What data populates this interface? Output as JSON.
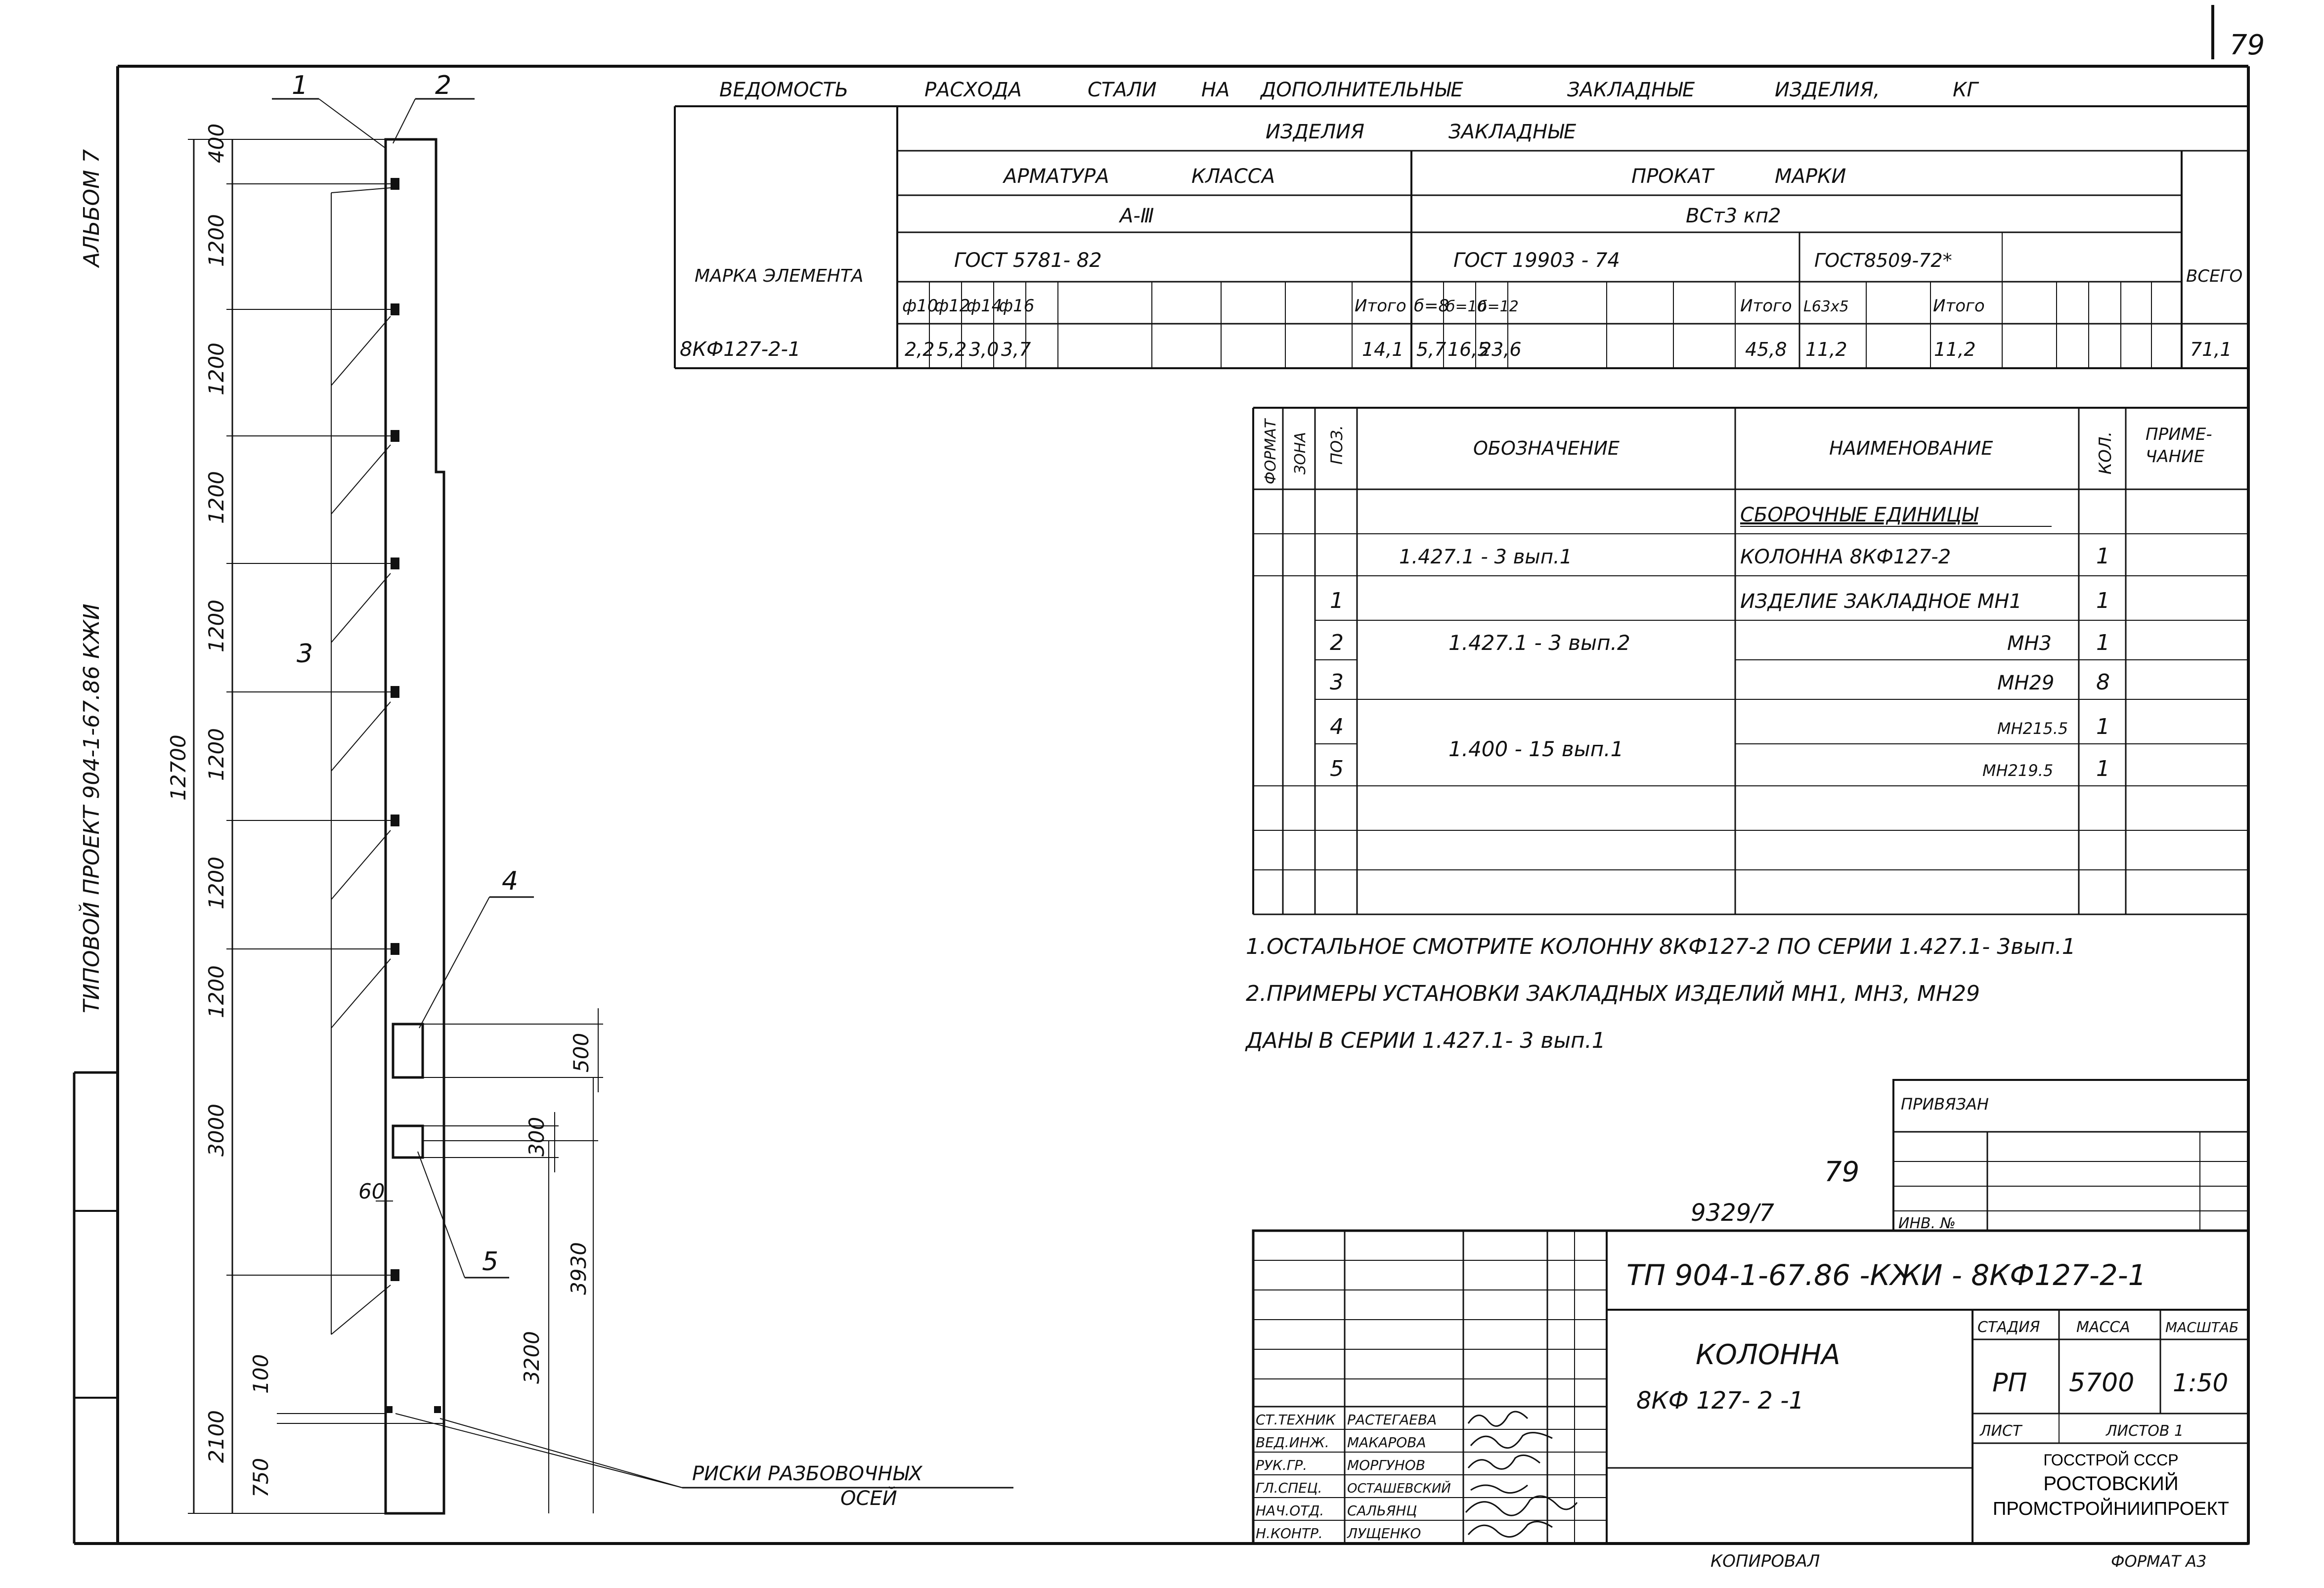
{
  "page_number": "79",
  "side_title": {
    "album": "АЛЬБОМ 7",
    "project": "ТИПОВОЙ ПРОЕКТ 904-1-67.86 КЖИ"
  },
  "elevation": {
    "leader_labels": [
      "1",
      "2",
      "3",
      "4",
      "5"
    ],
    "dims": [
      "400",
      "1200",
      "1200",
      "1200",
      "1200",
      "1200",
      "1200",
      "1200",
      "3000",
      "2100",
      "750",
      "100",
      "12700",
      "500",
      "300",
      "60",
      "3200",
      "3930"
    ],
    "risk_note": [
      "РИСКИ РАЗБОВОЧНЫХ",
      "ОСЕЙ"
    ]
  },
  "steel_table": {
    "title": [
      "ВЕДОМОСТЬ",
      "РАСХОДА",
      "СТАЛИ",
      "НА",
      "ДОПОЛНИТЕЛЬНЫЕ",
      "ЗАКЛАДНЫЕ",
      "ИЗДЕЛИЯ,",
      "КГ"
    ],
    "element_header": "МАРКА ЭЛЕМЕНТА",
    "group_header": [
      "ИЗДЕЛИЯ",
      "ЗАКЛАДНЫЕ"
    ],
    "rebar_header": [
      "АРМАТУРА",
      "КЛАССА"
    ],
    "rebar_class": "А-Ⅲ",
    "rebar_gost": "ГОСТ 5781- 82",
    "rolled_header": [
      "ПРОКАТ",
      "МАРКИ"
    ],
    "rolled_grade": "ВСт3 кп2",
    "rolled_gost1": "ГОСТ 19903 - 74",
    "rolled_gost2": "ГОСТ8509-72*",
    "total_header": "ВСЕГО",
    "cols": [
      "ф10",
      "ф12",
      "ф14",
      "ф16",
      "Итого",
      "б=8",
      "б=10",
      "б=12",
      "Итого",
      "L63х5",
      "Итого"
    ],
    "row": {
      "mark": "8КФ127-2-1",
      "values": [
        "2,2",
        "5,2",
        "3,0",
        "3,7",
        "14,1",
        "5,7",
        "16,5",
        "23,6",
        "45,8",
        "11,2",
        "11,2",
        "71,1"
      ]
    }
  },
  "spec": {
    "headers": [
      "ФОРМАТ",
      "ЗОНА",
      "ПОЗ.",
      "ОБОЗНАЧЕНИЕ",
      "НАИМЕНОВАНИЕ",
      "КОЛ.",
      "ПРИМЕ-",
      "ЧАНИЕ"
    ],
    "section": "СБОРОЧНЫЕ ЕДИНИЦЫ",
    "row_column": {
      "designation": "1.427.1 - 3 вып.1",
      "name": "КОЛОННА 8КФ127-2",
      "qty": "1"
    },
    "pos_rows": [
      {
        "pos": "1",
        "name": "ИЗДЕЛИЕ ЗАКЛАДНОЕ МН1",
        "qty": "1"
      },
      {
        "pos": "2",
        "name": "МН3",
        "qty": "1"
      },
      {
        "pos": "3",
        "name": "МН29",
        "qty": "8"
      },
      {
        "pos": "4",
        "name": "МН215.5",
        "qty": "1"
      },
      {
        "pos": "5",
        "name": "МН219.5",
        "qty": "1"
      }
    ],
    "designation_a": "1.427.1 - 3 вып.2",
    "designation_b": "1.400 - 15 вып.1"
  },
  "notes": [
    "1.ОСТАЛЬНОЕ СМОТРИТЕ КОЛОННУ 8КФ127-2 ПО СЕРИИ 1.427.1- 3вып.1",
    "2.ПРИМЕРЫ УСТАНОВКИ ЗАКЛАДНЫХ ИЗДЕЛИЙ МН1, МН3, МН29",
    "ДАНЫ В СЕРИИ 1.427.1- 3 вып.1"
  ],
  "binding_box": {
    "label": "ПРИВЯЗАН",
    "inv_label": "ИНВ. №"
  },
  "handwritten": {
    "page_copy": "79",
    "archive_no": "9329/7"
  },
  "title_block": {
    "code": "ТП 904-1-67.86 -КЖИ - 8КФ127-2-1",
    "name_1": "КОЛОННА",
    "name_2": "8КФ 127- 2 -1",
    "stage_label": "СТАДИЯ",
    "stage": "РП",
    "mass_label": "МАССА",
    "mass": "5700",
    "scale_label": "МАСШТАБ",
    "scale": "1:50",
    "sheet_label": "ЛИСТ",
    "sheets_label": "ЛИСТОВ 1",
    "org_1": "ГОССТРОЙ СССР",
    "org_2": "РОСТОВСКИЙ",
    "org_3": "ПРОМСТРОЙНИИПРОЕКТ",
    "staff": [
      {
        "role": "СТ.ТЕХНИК",
        "name": "РАСТЕГАЕВА"
      },
      {
        "role": "ВЕД.ИНЖ.",
        "name": "МАКАРОВА"
      },
      {
        "role": "РУК.ГР.",
        "name": "МОРГУНОВ"
      },
      {
        "role": "ГЛ.СПЕЦ.",
        "name": "ОСТАШЕВСКИЙ"
      },
      {
        "role": "НАЧ.ОТД.",
        "name": "САЛЬЯНЦ"
      },
      {
        "role": "Н.КОНТР.",
        "name": "ЛУЩЕНКО"
      }
    ]
  },
  "footer": {
    "copied": "КОПИРОВАЛ",
    "format": "ФОРМАТ А3"
  }
}
